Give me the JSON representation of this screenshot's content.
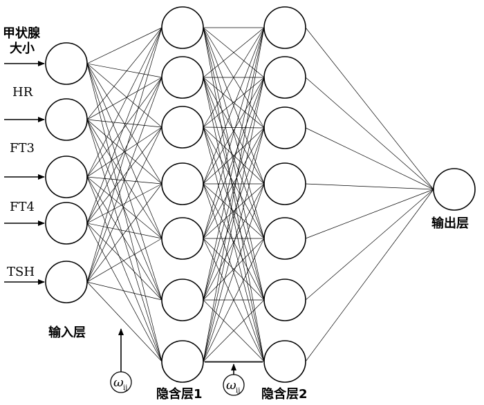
{
  "inputs": [
    {
      "label_line1": "甲状腺",
      "label_line2": "大小"
    },
    {
      "label_line1": "HR"
    },
    {
      "label_line1": "FT3"
    },
    {
      "label_line1": "FT4"
    },
    {
      "label_line1": "TSH"
    }
  ],
  "layers": {
    "input_label": "输入层",
    "hidden1_label": "隐含层1",
    "hidden2_label": "隐含层2",
    "output_label": "输出层"
  },
  "weight_symbol": "ω",
  "weight_subscript": "ij",
  "structure": {
    "input_nodes": 5,
    "hidden1_nodes": 7,
    "hidden2_nodes": 7,
    "output_nodes": 1
  }
}
